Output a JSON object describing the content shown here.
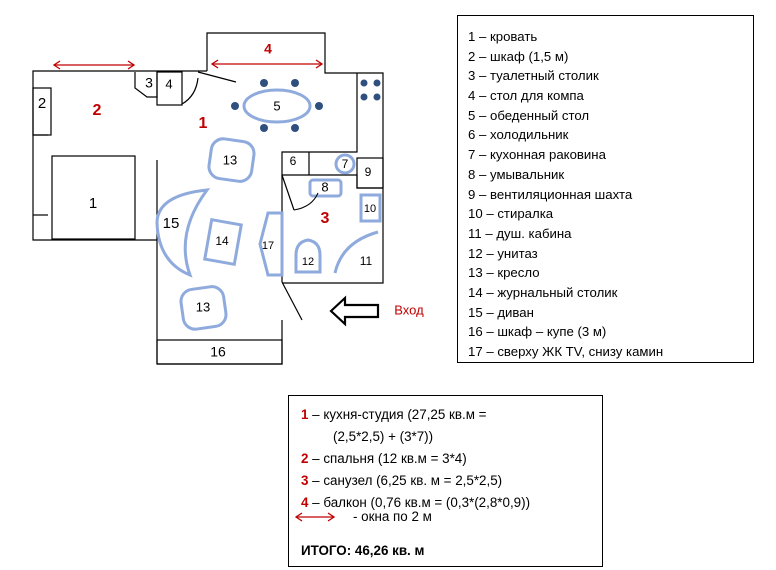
{
  "plan": {
    "room_numbers": [
      "1",
      "2",
      "3",
      "4"
    ],
    "furniture_numbers": [
      "1",
      "2",
      "3",
      "4",
      "5",
      "6",
      "7",
      "8",
      "9",
      "10",
      "11",
      "12",
      "13",
      "13",
      "14",
      "15",
      "16",
      "17"
    ],
    "balcony_width_label": "4",
    "entrance_label": "Вход"
  },
  "legend": [
    "1 – кровать",
    "2 – шкаф (1,5 м)",
    "3 – туалетный столик",
    "4 – стол для компа",
    "5 – обеденный стол",
    "6 – холодильник",
    "7 – кухонная раковина",
    "8 – умывальник",
    "9 – вентиляционная шахта",
    "10 – стиралка",
    "11 – душ. кабина",
    "12 – унитаз",
    "13 – кресло",
    "14 – журнальный столик",
    "15 – диван",
    "16 – шкаф – купе  (3 м)",
    "17 – сверху ЖК TV, снизу камин"
  ],
  "rooms": {
    "r1_num": "1",
    "r1_text": " –  кухня-студия (27,25 кв.м =",
    "r1_text2": "(2,5*2,5) + (3*7))",
    "r2_num": "2",
    "r2_text": " –  спальня (12 кв.м = 3*4)",
    "r3_num": "3",
    "r3_text": " – санузел (6,25 кв. м = 2,5*2,5)",
    "r4_num": "4",
    "r4_text": " – балкон (0,76 кв.м = (0,3*(2,8*0,9))",
    "windows_text": "-      окна по 2 м",
    "total": "ИТОГО: 46,26 кв. м"
  },
  "colors": {
    "walls": "#000000",
    "furniture_stroke": "#8faadc",
    "dining_chairs": "#2f4f7f",
    "window_arrow": "#c00000",
    "room_number": "#c00000"
  }
}
